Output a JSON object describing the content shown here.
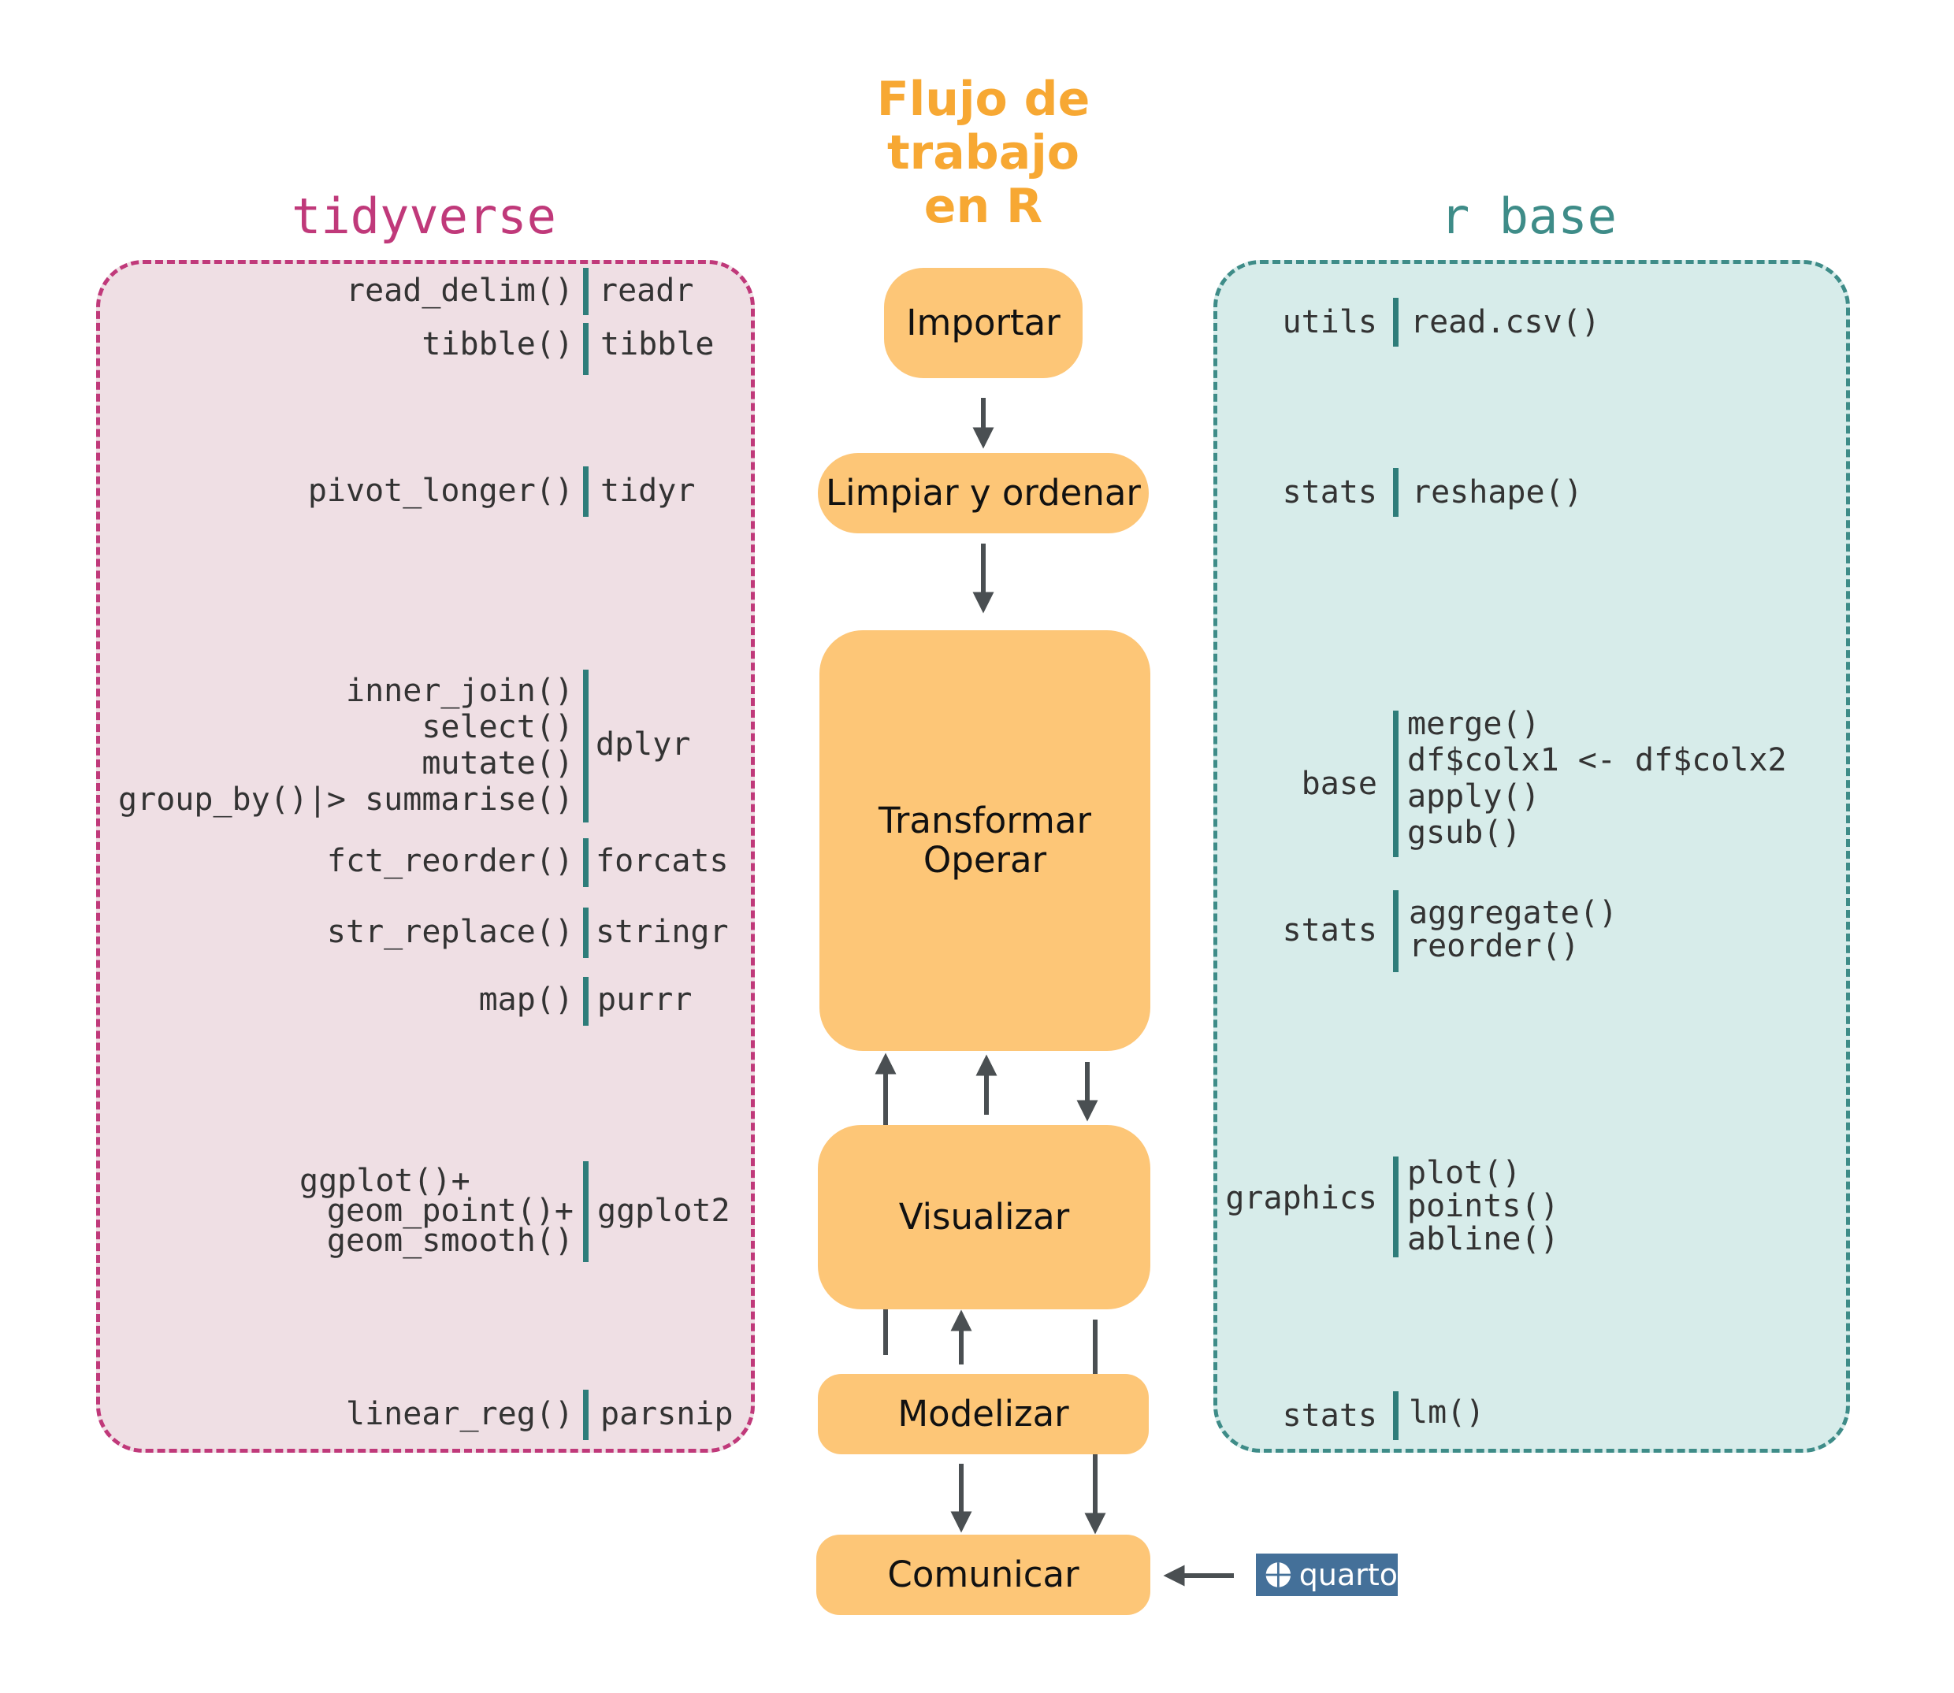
{
  "title": [
    "Flujo de",
    "trabajo",
    "en R"
  ],
  "tidyverse": {
    "label": "tidyverse",
    "color": "#c0397a",
    "fill": "#efdfe4",
    "rows": [
      {
        "fns": [
          "read_delim()"
        ],
        "pkg": "readr"
      },
      {
        "fns": [
          "tibble()"
        ],
        "pkg": "tibble"
      },
      {
        "fns": [
          "pivot_longer()"
        ],
        "pkg": "tidyr"
      },
      {
        "fns": [
          "inner_join()",
          "select()",
          "mutate()",
          "group_by()|> summarise()"
        ],
        "pkg": "dplyr"
      },
      {
        "fns": [
          "fct_reorder()"
        ],
        "pkg": "forcats"
      },
      {
        "fns": [
          "str_replace()"
        ],
        "pkg": "stringr"
      },
      {
        "fns": [
          "map()"
        ],
        "pkg": "purrr"
      },
      {
        "fns": [
          "ggplot()+",
          "geom_point()+",
          "geom_smooth()"
        ],
        "pkg": "ggplot2"
      },
      {
        "fns": [
          "linear_reg()"
        ],
        "pkg": "parsnip"
      }
    ]
  },
  "rbase": {
    "label": "r base",
    "color": "#3e8c88",
    "fill": "#d7ecea",
    "rows": [
      {
        "pkg": "utils",
        "fns": [
          "read.csv()"
        ]
      },
      {
        "pkg": "stats",
        "fns": [
          "reshape()"
        ]
      },
      {
        "pkg": "base",
        "fns": [
          "merge()",
          "df$colx1 <- df$colx2",
          "apply()",
          "gsub()"
        ]
      },
      {
        "pkg": "stats",
        "fns": [
          "aggregate()",
          "reorder()"
        ]
      },
      {
        "pkg": "graphics",
        "fns": [
          "plot()",
          "points()",
          "abline()"
        ]
      },
      {
        "pkg": "stats",
        "fns": [
          "lm()"
        ]
      }
    ]
  },
  "steps": {
    "importar": "Importar",
    "limpiar": "Limpiar y ordenar",
    "transformar": [
      "Transformar",
      "Operar"
    ],
    "visualizar": "Visualizar",
    "modelizar": "Modelizar",
    "comunicar": "Comunicar"
  },
  "quarto": {
    "label": "quarto",
    "icon": "quarto-logo-icon",
    "color": "#447099"
  },
  "colors": {
    "step_fill": "#fdc677",
    "title": "#f7a833",
    "arrow": "#4a4f52",
    "bar": "#2e7d7a"
  }
}
